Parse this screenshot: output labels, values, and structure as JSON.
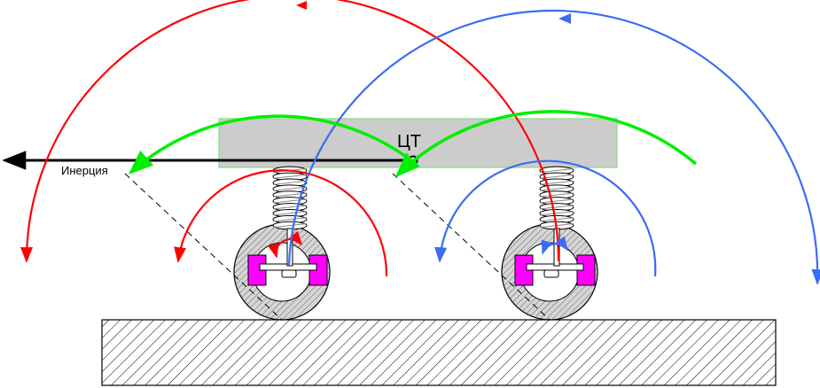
{
  "labels": {
    "center_of_gravity": "ЦТ",
    "inertia": "Инерция"
  },
  "colors": {
    "front_axle_arcs": "#ff0000",
    "rear_axle_arcs": "#3a6cf4",
    "body_arcs": "#00ee00",
    "body_fill": "#cccccc",
    "body_border": "#99dd99",
    "inertia_arrow": "#000000",
    "bushing": "#ff00ff",
    "wheel_fill": "#d6d6d6",
    "ground_hatch": "#000000"
  },
  "icons": {
    "ground": "hatched-ground-slab",
    "spring": "coil-spring",
    "wheel": "wheel-with-hatching"
  }
}
